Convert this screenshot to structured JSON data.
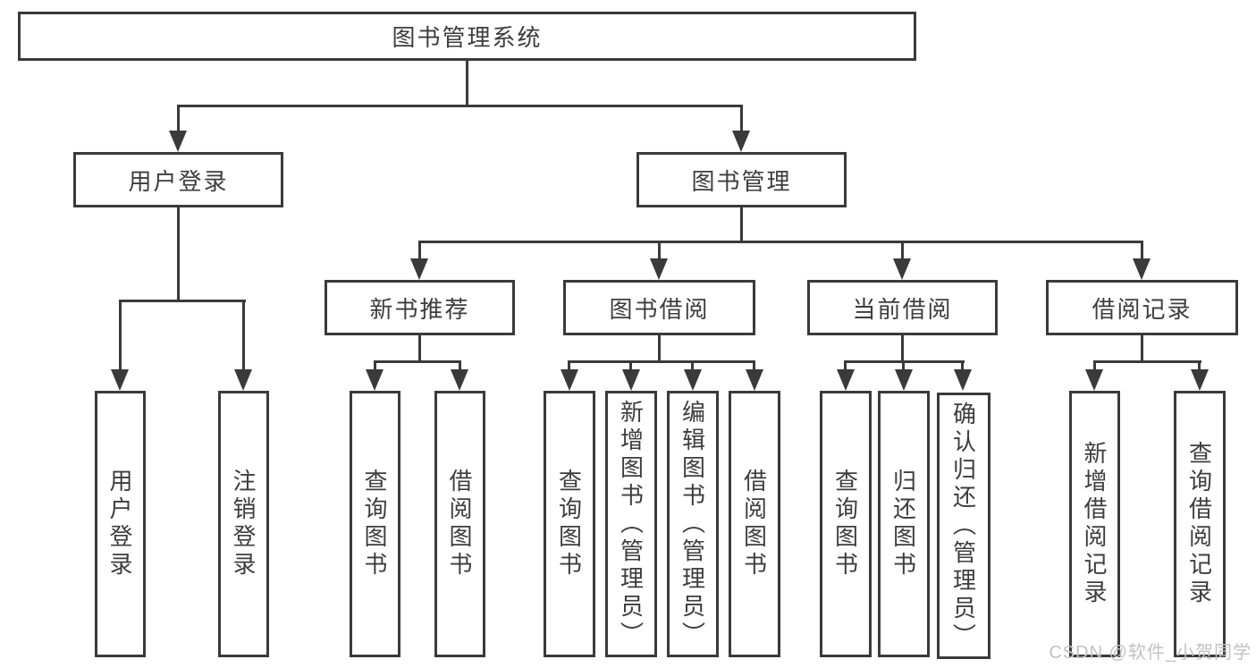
{
  "tree": {
    "root": {
      "label": "图书管理系统"
    },
    "branches": [
      {
        "label": "用户登录",
        "children": [
          {
            "label": "用户登录"
          },
          {
            "label": "注销登录"
          }
        ]
      },
      {
        "label": "图书管理",
        "groups": [
          {
            "label": "新书推荐",
            "children": [
              {
                "label": "查询图书"
              },
              {
                "label": "借阅图书"
              }
            ]
          },
          {
            "label": "图书借阅",
            "children": [
              {
                "label": "查询图书"
              },
              {
                "label": "新增图书（管理员）"
              },
              {
                "label": "编辑图书（管理员）"
              },
              {
                "label": "借阅图书"
              }
            ]
          },
          {
            "label": "当前借阅",
            "children": [
              {
                "label": "查询图书"
              },
              {
                "label": "归还图书"
              },
              {
                "label": "确认归还（管理员）"
              }
            ]
          },
          {
            "label": "借阅记录",
            "children": [
              {
                "label": "新增借阅记录"
              },
              {
                "label": "查询借阅记录"
              }
            ]
          }
        ]
      }
    ]
  },
  "watermark": {
    "text": "CSDN @软件_小贺同学"
  },
  "colors": {
    "line": "#3a3a3a",
    "text": "#3d3d3d",
    "watermark": "#c2c2c2",
    "background": "#ffffff"
  }
}
